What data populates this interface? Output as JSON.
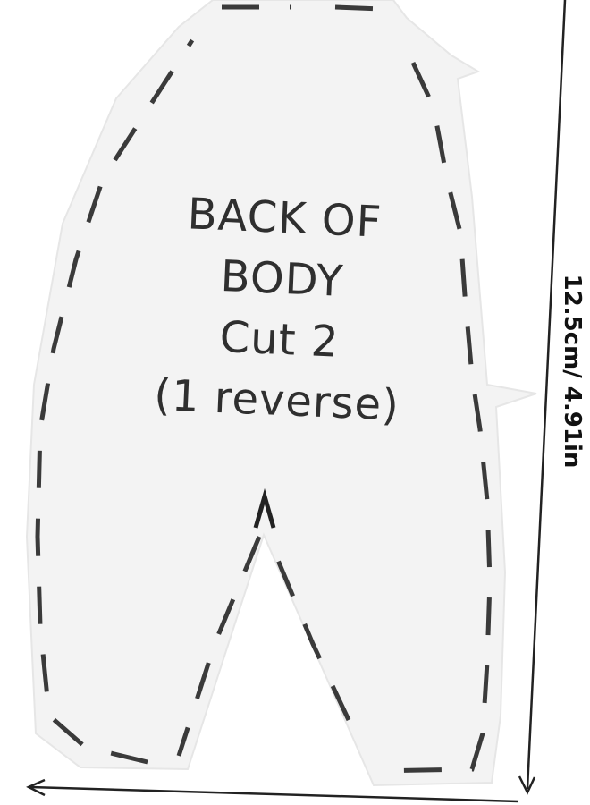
{
  "pattern": {
    "title_line1": "BACK OF",
    "title_line2": "BODY",
    "cut_line": "Cut 2",
    "reverse_line": "(1 reverse)"
  },
  "dimensions": {
    "height_label": "12.5cm/ 4.91in"
  },
  "colors": {
    "background": "#ffffff",
    "piece_fill": "#f3f3f3",
    "dash_stroke": "#3a3a3a",
    "arrow_stroke": "#222222"
  },
  "icons": {
    "grainline": "grainline-arrow-icon",
    "dimension": "dimension-arrow-icon"
  }
}
